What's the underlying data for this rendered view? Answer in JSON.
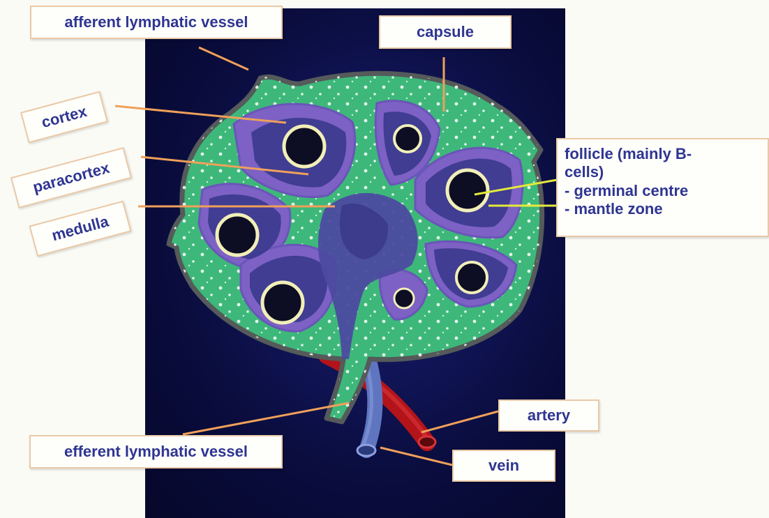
{
  "labels": {
    "afferent": "afferent lymphatic vessel",
    "capsule": "capsule",
    "cortex": "cortex",
    "paracortex": "paracortex",
    "medulla": "medulla",
    "follicle_line1": "follicle (mainly B-",
    "follicle_line2": "cells)",
    "follicle_line3": "- germinal centre",
    "follicle_line4": "- mantle zone",
    "efferent": "efferent lymphatic vessel",
    "artery": "artery",
    "vein": "vein"
  },
  "colors": {
    "background": "#fbfbf6",
    "panel": "#0a0d3e",
    "node_green": "#3db87a",
    "node_outline": "#555a5a",
    "lobule_purple": "#7d61c4",
    "lobule_inner": "#3a3a8e",
    "medulla_dark": "#4c4aa0",
    "follicle_ring": "#f1efb8",
    "follicle_core": "#0d0d24",
    "artery_red": "#b3141a",
    "vein_blue": "#5f75c0",
    "label_text": "#2e3591",
    "label_border": "#e9c9a6",
    "leader_orange": "#f0a05a",
    "leader_yellow": "#e6e93a"
  }
}
